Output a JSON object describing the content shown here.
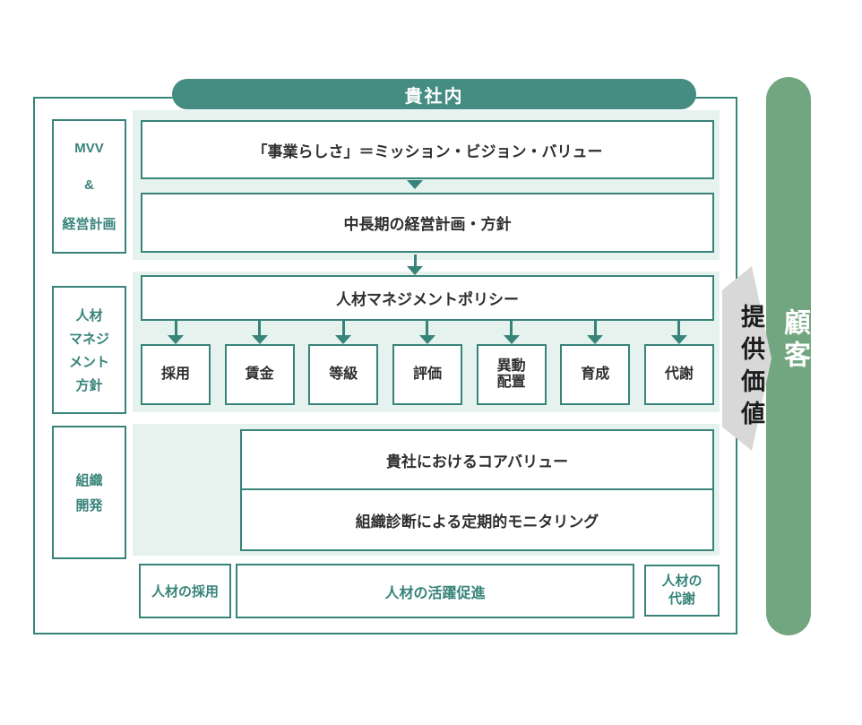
{
  "colors": {
    "teal_line": "#38837A",
    "pill_bg": "#458C82",
    "panel_bg": "#E5F2EE",
    "customer_bar": "#72A680",
    "value_arrow": "#D8D8D8",
    "dark_text": "#2F2F2F"
  },
  "header": {
    "label": "貴社内"
  },
  "sidebar": {
    "boxes": [
      {
        "lines": [
          "MVV",
          "&",
          "経営計画"
        ]
      },
      {
        "lines": [
          "人材",
          "マネジ",
          "メント",
          "方針"
        ]
      },
      {
        "lines": [
          "組織",
          "開発"
        ]
      }
    ]
  },
  "flow": {
    "mvv_box": "「事業らしさ」＝ミッション・ビジョン・バリュー",
    "plan_box": "中長期の経営計画・方針",
    "policy_box": "人材マネジメントポリシー",
    "functions": [
      "採用",
      "賃金",
      "等級",
      "評価",
      "異動\n配置",
      "育成",
      "代謝"
    ],
    "core_value_box": "貴社におけるコアバリュー",
    "monitoring_box": "組織診断による定期的モニタリング"
  },
  "bottom_row": {
    "hire": "人材の採用",
    "promote": "人材の活躍促進",
    "exit_lines": [
      "人材の",
      "代謝"
    ]
  },
  "right_side": {
    "value_label": "提供価値",
    "customer_label": "顧客"
  }
}
